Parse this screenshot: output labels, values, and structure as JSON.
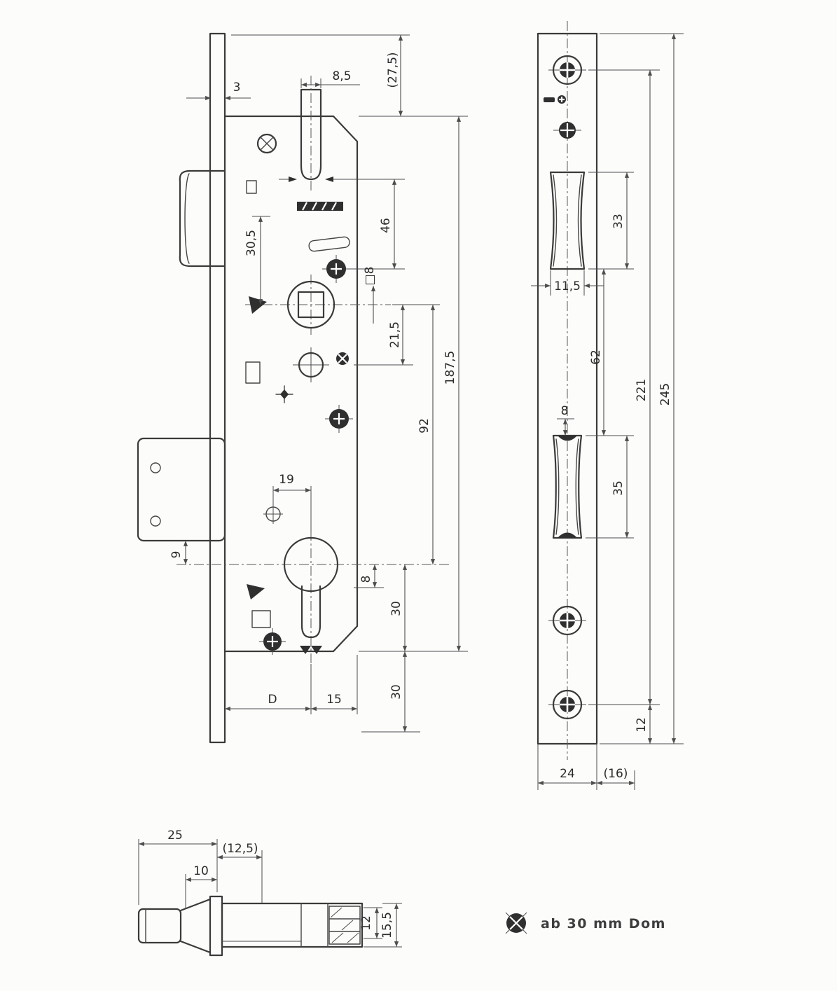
{
  "legend": {
    "note": "ab 30 mm Dom"
  },
  "main_view": {
    "labels": {
      "plate_thickness": "3",
      "pin_width": "8,5",
      "top_extension": "(27,5)",
      "latch_to_follower": "46",
      "upper_offset": "30,5",
      "spindle_square": "□8",
      "follower_to_screw": "21,5",
      "case_length": "187,5",
      "follower_to_cylinder": "92",
      "screw_offset": "19",
      "bolt_to_cylinder": "9",
      "cylinder_offset": "8",
      "cylinder_to_case_end": "30",
      "case_to_plate_end": "30",
      "backset": "D",
      "case_edge": "15"
    }
  },
  "faceplate_view": {
    "labels": {
      "latch_cutout_height": "33",
      "latch_cutout_width": "11,5",
      "cutout_gap": "62",
      "screw_spacing": "221",
      "plate_length": "245",
      "bolt_offset": "8",
      "bolt_cutout_height": "35",
      "end_offset": "12",
      "plate_width": "24",
      "alt_width": "(16)"
    }
  },
  "latch_view": {
    "labels": {
      "projection": "25",
      "head_width": "(12,5)",
      "travel": "10",
      "bolt_height": "12",
      "overall_height": "15,5"
    }
  }
}
